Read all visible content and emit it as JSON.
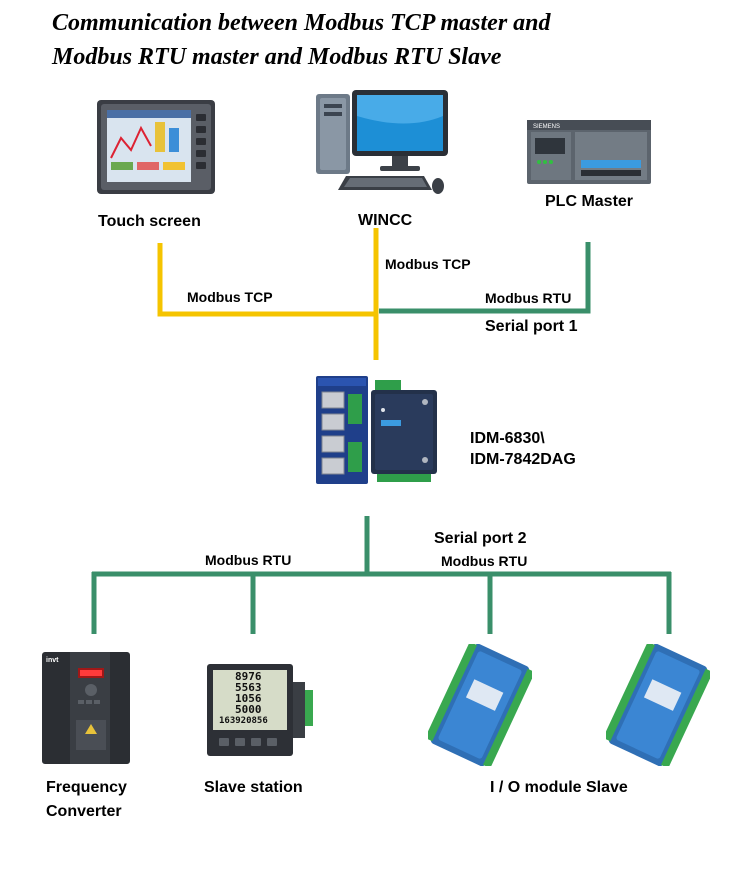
{
  "title": {
    "line1": "Communication between Modbus TCP master and",
    "line2": "Modbus RTU master and Modbus RTU Slave"
  },
  "devices": {
    "touch_screen": "Touch screen",
    "wincc": "WINCC",
    "plc_master": "PLC Master",
    "gateway": [
      "IDM-6830\\",
      "IDM-7842DAG"
    ],
    "frequency_converter": [
      "Frequency",
      "Converter"
    ],
    "slave_station": "Slave station",
    "io_module": "I / O module Slave"
  },
  "links": {
    "tcp_left": "Modbus TCP",
    "tcp_top": "Modbus TCP",
    "rtu_top": "Modbus RTU",
    "serial1": "Serial port 1",
    "serial2": "Serial port 2",
    "rtu_bottom_left": "Modbus RTU",
    "rtu_bottom_right": "Modbus RTU"
  },
  "colors": {
    "tcp_line": "#f5c400",
    "rtu_line": "#3a8f6a"
  },
  "meter_readings": [
    "8976",
    "5563",
    "1056",
    "5000",
    "163920856"
  ]
}
